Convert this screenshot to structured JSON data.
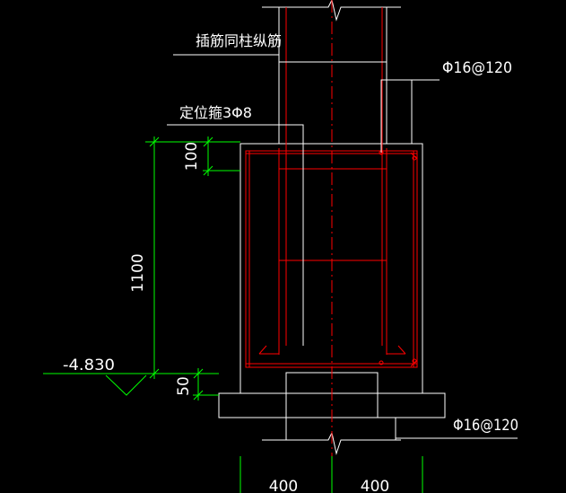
{
  "annotations": {
    "dowel_bars": "插筋同柱纵筋",
    "rebar_top_right": "Φ16@120",
    "locating_stirrup": "定位箍3Φ8",
    "rebar_bottom_right": "Φ16@120",
    "elevation": "-4.830"
  },
  "dimensions": {
    "top_offset": "100",
    "height": "1100",
    "bottom_offset": "50",
    "half_width_left": "400",
    "half_width_right": "400"
  },
  "colors": {
    "background": "#000000",
    "outline": "#ffffff",
    "rebar": "#ff0000",
    "dimension": "#00ff00",
    "text": "#ffffff"
  }
}
